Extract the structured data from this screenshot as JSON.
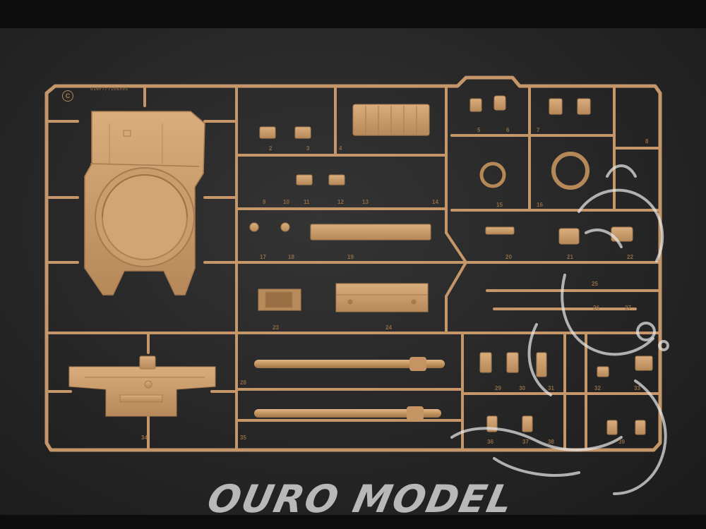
{
  "photo": {
    "subject": "plastic-model-sprue",
    "sprue_color": "#c89a68",
    "background_color": "#2a2a2a"
  },
  "sprue": {
    "frame_letter": "C",
    "frame_code": "G16F7/71E6X0S",
    "part_numbers": [
      "2",
      "3",
      "4",
      "5",
      "6",
      "7",
      "8",
      "9",
      "10",
      "11",
      "12",
      "13",
      "14",
      "15",
      "16",
      "17",
      "18",
      "19",
      "20",
      "21",
      "22",
      "23",
      "24",
      "25",
      "26",
      "27",
      "28",
      "29",
      "30",
      "31",
      "32",
      "33",
      "34",
      "35",
      "36",
      "37",
      "38",
      "39"
    ]
  },
  "watermark": {
    "text": "OURO MODEL",
    "color": "#e8e8e8"
  }
}
